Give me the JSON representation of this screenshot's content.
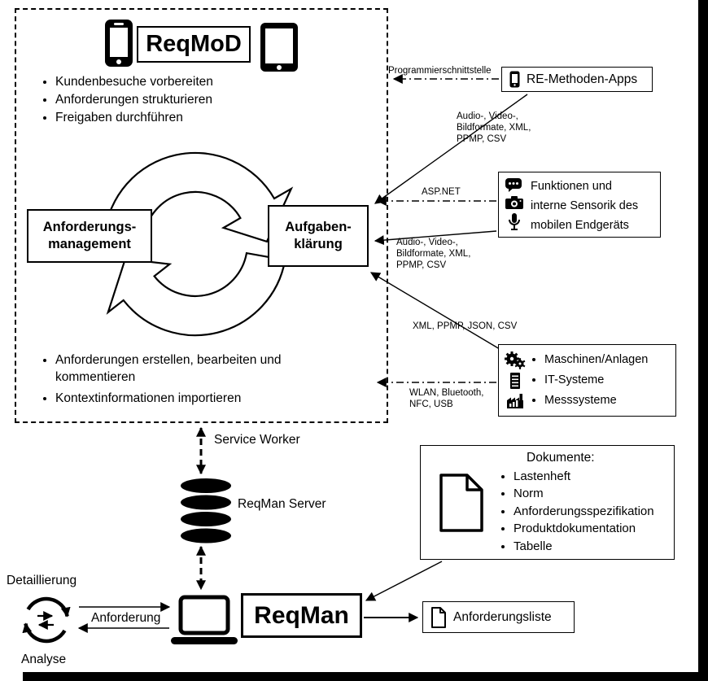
{
  "reqmod_panel": {
    "title": "ReqMoD",
    "top_bullets": [
      "Kundenbesuche vorbereiten",
      "Anforderungen strukturieren",
      "Freigaben durchführen"
    ],
    "bottom_bullets": [
      "Anforderungen erstellen, bearbeiten und kommentieren",
      "Kontextinformationen importieren"
    ],
    "left_box_lines": [
      "Anforderungs-",
      "management"
    ],
    "right_box_lines": [
      "Aufgaben-",
      "klärung"
    ]
  },
  "connections": {
    "programmierschnittstelle": "Programmierschnittstelle",
    "audio_formats_top": [
      "Audio-, Video-,",
      "Bildformate, XML,",
      "PPMP, CSV"
    ],
    "asp_net": "ASP.NET",
    "audio_formats_bottom": [
      "Audio-, Video-,",
      "Bildformate, XML,",
      "PPMP, CSV"
    ],
    "xml_ppmp": "XML, PPMP, JSON, CSV",
    "wlan": [
      "WLAN, Bluetooth,",
      "NFC, USB"
    ],
    "service_worker": "Service Worker",
    "anforderung": "Anforderung"
  },
  "boxes": {
    "re_methoden_apps": "RE-Methoden-Apps",
    "sensor_lines": [
      "Funktionen und",
      "interne Sensorik des",
      "mobilen Endgeräts"
    ],
    "systems_items": [
      "Maschinen/Anlagen",
      "IT-Systeme",
      "Messsysteme"
    ],
    "dokumente_title": "Dokumente:",
    "dokumente_items": [
      "Lastenheft",
      "Norm",
      "Anforderungsspezifikation",
      "Produktdokumentation",
      "Tabelle"
    ],
    "reqman": "ReqMan",
    "reqman_server": "ReqMan Server",
    "anforderungsliste": "Anforderungsliste"
  },
  "cycle_labels": {
    "detaillierung": "Detaillierung",
    "analyse": "Analyse"
  },
  "colors": {
    "ink": "#000000",
    "background": "#ffffff"
  }
}
